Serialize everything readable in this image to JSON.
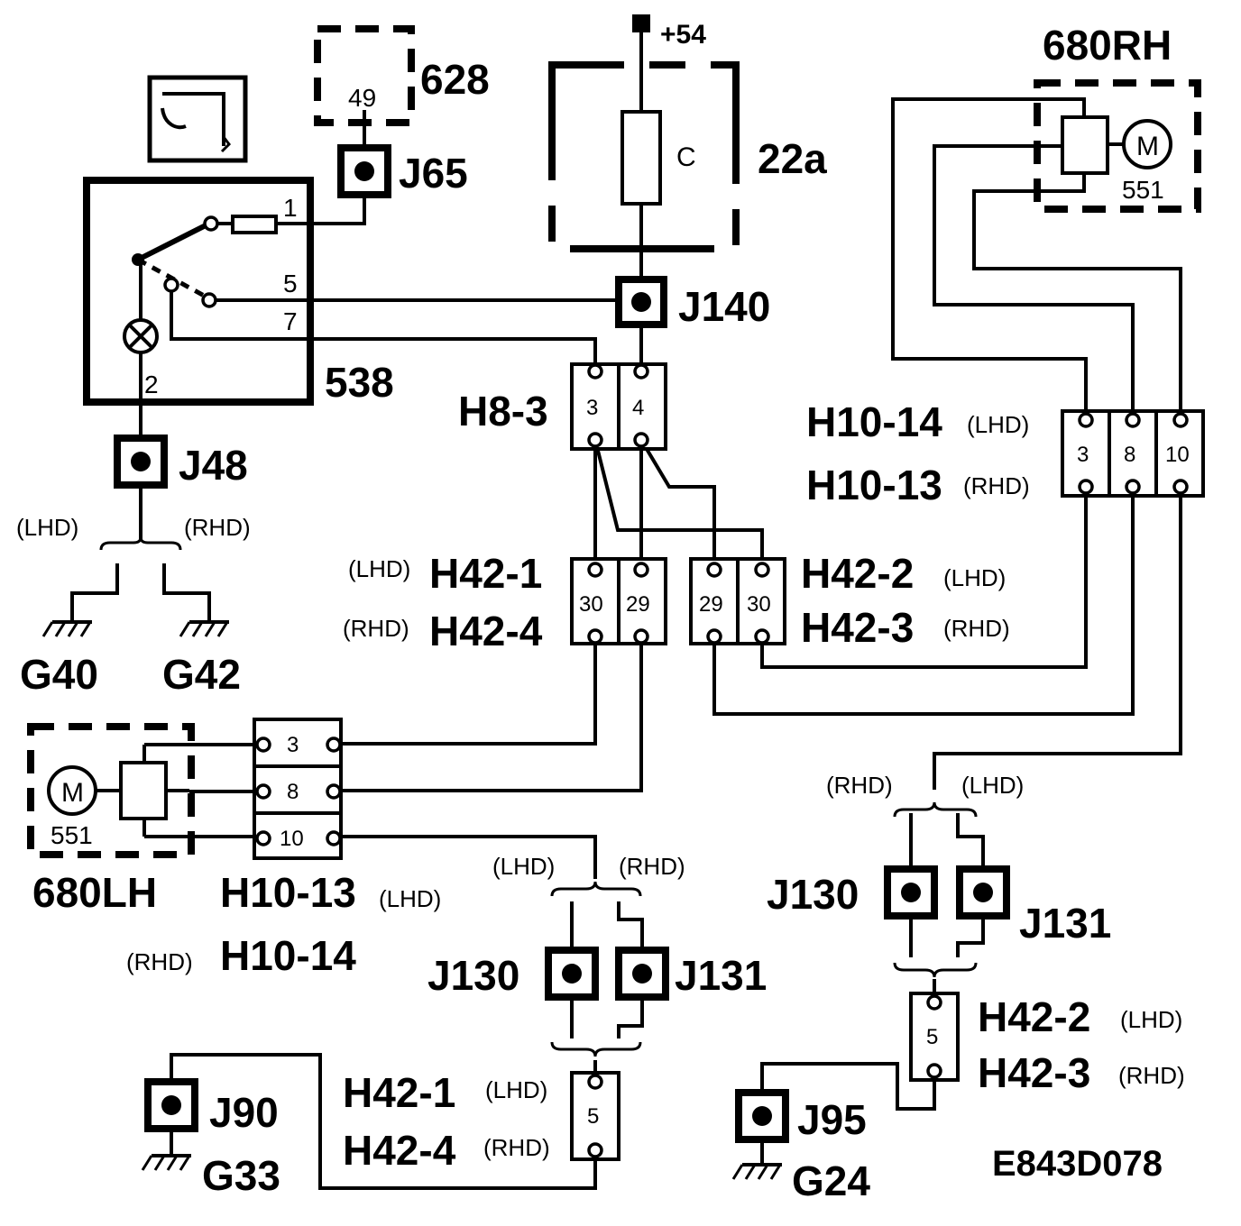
{
  "diagram_id": "E843D078",
  "supply": "+54",
  "modules": {
    "fuse_box": {
      "id": "22a",
      "fuse_label": "C"
    },
    "switch": {
      "id": "538",
      "pins": [
        "1",
        "5",
        "7",
        "2"
      ]
    },
    "relay_628": {
      "id": "628",
      "pin": "49"
    },
    "motor_rh": {
      "id": "680RH",
      "motor_id": "551",
      "motor_symbol": "M"
    },
    "motor_lh": {
      "id": "680LH",
      "motor_id": "551",
      "motor_symbol": "M"
    }
  },
  "splices": {
    "j65": "J65",
    "j140": "J140",
    "j48": "J48",
    "j130_l": "J130",
    "j131_l": "J131",
    "j130_r": "J130",
    "j131_r": "J131",
    "j90": "J90",
    "j95": "J95"
  },
  "grounds": {
    "g40": "G40",
    "g42": "G42",
    "g33": "G33",
    "g24": "G24"
  },
  "variants": {
    "lhd": "(LHD)",
    "rhd": "(RHD)"
  },
  "connectors": {
    "h8_3": {
      "name": "H8-3",
      "pins": [
        "3",
        "4"
      ]
    },
    "h42_mid_left": {
      "name_lhd": "H42-1",
      "name_rhd": "H42-4",
      "pins": [
        "30",
        "29"
      ]
    },
    "h42_mid_right": {
      "name_lhd": "H42-2",
      "name_rhd": "H42-3",
      "pins": [
        "29",
        "30"
      ]
    },
    "h10_right": {
      "name_lhd": "H10-14",
      "name_rhd": "H10-13",
      "pins": [
        "3",
        "8",
        "10"
      ]
    },
    "h10_left": {
      "name_lhd": "H10-13",
      "name_rhd": "H10-14",
      "pins": [
        "3",
        "8",
        "10"
      ]
    },
    "h42_bottom_left": {
      "name_lhd": "H42-1",
      "name_rhd": "H42-4",
      "pin": "5"
    },
    "h42_bottom_right": {
      "name_lhd": "H42-2",
      "name_rhd": "H42-3",
      "pin": "5"
    }
  }
}
